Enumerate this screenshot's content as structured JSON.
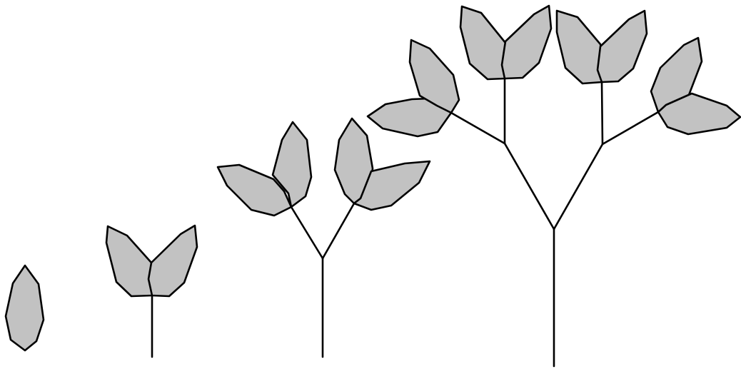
{
  "figure": {
    "colors": {
      "leaf_fill": "#c2c2c2",
      "outline": "#000000",
      "background": "#ffffff"
    },
    "stages": [
      {
        "name": "stage-1",
        "branch_depth": 0,
        "leaf_count": 1
      },
      {
        "name": "stage-2",
        "branch_depth": 1,
        "leaf_count": 2
      },
      {
        "name": "stage-3",
        "branch_depth": 2,
        "leaf_count": 4
      },
      {
        "name": "stage-4",
        "branch_depth": 3,
        "leaf_count": 8
      }
    ]
  }
}
